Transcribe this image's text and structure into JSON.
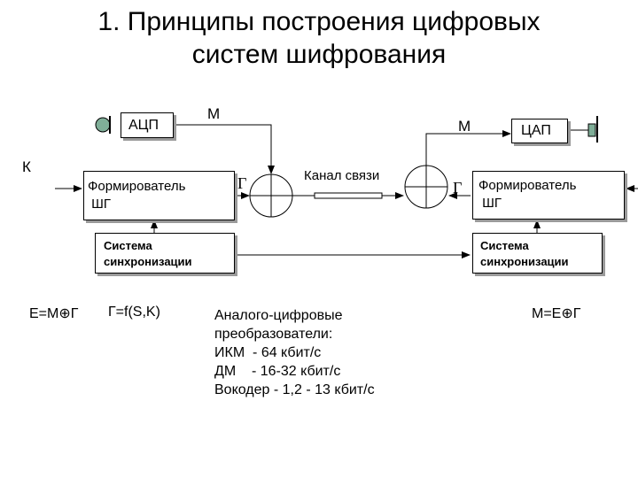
{
  "title": {
    "line1": "1. Принципы построения цифровых",
    "line2": "систем шифрования"
  },
  "blocks": {
    "adc": "АЦП",
    "dac": "ЦАП",
    "former_left_line1": "Формирователь",
    "former_left_line2": " ШГ",
    "former_right_line1": "Формирователь",
    "former_right_line2": " ШГ",
    "sync_left_line1": "Система",
    "sync_left_line2": "синхронизации",
    "sync_right_line1": "Система",
    "sync_right_line2": "синхронизации"
  },
  "signals": {
    "m_left": "М",
    "m_right": "М",
    "k": "К",
    "gamma_left": "Г",
    "gamma_right": "Г",
    "channel": "Канал связи"
  },
  "formulas": {
    "encrypt": "Е=М⊕Г",
    "gamma_func": "Г=f(S,K)",
    "decrypt": "М=Е⊕Г"
  },
  "notes": {
    "heading1": "Аналого-цифровые",
    "heading2": "преобразователи:",
    "line1": "ИКМ  - 64 кбит/с",
    "line2": "ДМ    - 16-32 кбит/с",
    "line3": "Вокодер - 1,2 - 13 кбит/с"
  }
}
